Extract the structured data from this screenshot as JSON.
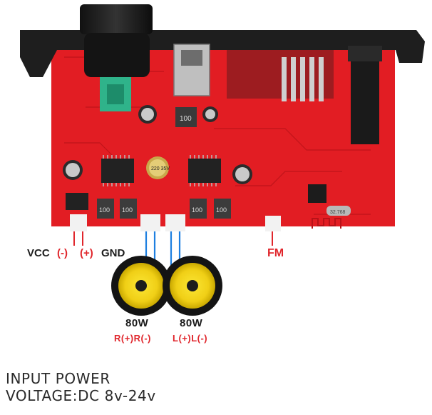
{
  "labels": {
    "vcc": "VCC",
    "minus": "(-)",
    "plus": "(+)",
    "gnd": "GND",
    "fm": "FM",
    "right_watt": "80W",
    "left_watt": "80W",
    "right_polarity": "R(+)R(-)",
    "left_polarity": "L(+)L(-)",
    "input_line1": "INPUT POWER",
    "input_line2": "VOLTAGE:DC 8v-24v"
  },
  "board": {
    "chip_text_capacitor": "220 35V",
    "inductor_top": "100",
    "inductor_left_a": "100",
    "inductor_left_b": "100",
    "inductor_right_a": "100",
    "inductor_right_b": "100",
    "crystal": "32.768"
  },
  "colors": {
    "pcb_red": "#e21d23",
    "faceplate": "#1e1e1e",
    "label_red": "#e0262c",
    "wire_blue": "#1e7fe0",
    "speaker_cone": "#f2d21b"
  }
}
